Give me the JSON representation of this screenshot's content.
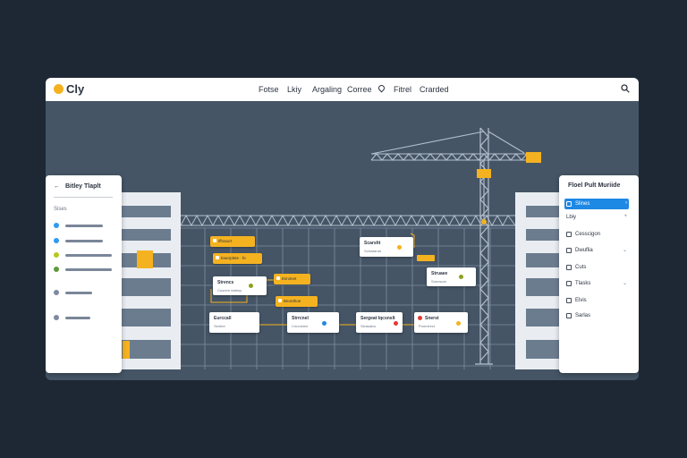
{
  "app": {
    "name": "Cly"
  },
  "nav": {
    "items": [
      "Fotse",
      "Lkiy",
      "Argaling",
      "Corree",
      "Fitrel",
      "Crarded"
    ]
  },
  "left_panel": {
    "title": "Bitley Tlaplt",
    "section": "Sises",
    "back_icon": "arrow-left-icon",
    "dot_colors": [
      "#2e9bf0",
      "#2e9bf0",
      "#b7c820",
      "#5f9a3a",
      "#7d8aa0",
      "#7d8aa0"
    ]
  },
  "right_panel": {
    "title": "Floel Pult Muriide",
    "items": [
      {
        "label": "Slines",
        "active": true
      },
      {
        "label": "Lbiy",
        "active": false
      },
      {
        "label": "Cesscigon",
        "active": false
      },
      {
        "label": "Dwuflia",
        "active": false
      },
      {
        "label": "Cuts",
        "active": false
      },
      {
        "label": "Tlasks",
        "active": false
      },
      {
        "label": "Elvis",
        "active": false
      },
      {
        "label": "Sarlas",
        "active": false
      }
    ]
  },
  "yellow_cards": [
    "Iffrasurt",
    "Ewerplete · fe",
    "Esnimet",
    "Beonthoe"
  ],
  "cards": [
    {
      "title": "Strencs",
      "sub": "Csorem rtatesy",
      "dot": "#8fa020"
    },
    {
      "title": "Scarsht",
      "sub": "Solnstanal",
      "dot": "#f5b220"
    },
    {
      "title": "Struaee",
      "sub": "Soeoscar",
      "dot": "#8fa020"
    },
    {
      "title": "Eurccall",
      "sub": "Senfee",
      "dot": ""
    },
    {
      "title": "Strrcnel",
      "sub": "Cmonstrct",
      "dot": "#1e88e5"
    },
    {
      "title": "Sergeat Iqcsnslt",
      "sub": "Sleasalcs",
      "dot": "#e53935"
    },
    {
      "title": "Snerst",
      "sub": "Pomnirect",
      "dot": "#e53935"
    }
  ],
  "colors": {
    "accent": "#f5b220",
    "primary": "#1e88e5",
    "bg": "#1e2835",
    "canvas": "#455566"
  }
}
